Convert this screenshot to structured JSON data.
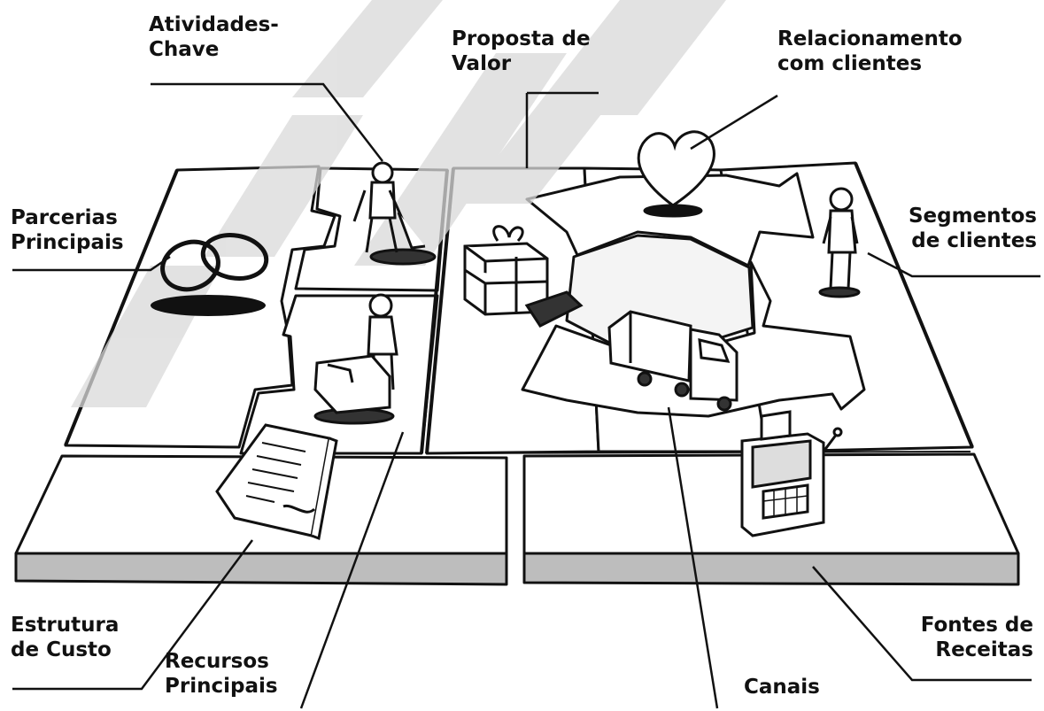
{
  "labels": {
    "key_activities": [
      "Atividades-",
      "Chave"
    ],
    "value_proposition": [
      "Proposta de",
      "Valor"
    ],
    "customer_relationships": [
      "Relacionamento",
      "com clientes"
    ],
    "key_partners": [
      "Parcerias",
      "Principais"
    ],
    "customer_segments": [
      "Segmentos",
      "de clientes"
    ],
    "cost_structure": [
      "Estrutura",
      "de Custo"
    ],
    "key_resources": [
      "Recursos",
      "Principais"
    ],
    "channels": [
      "Canais"
    ],
    "revenue_streams": [
      "Fontes de",
      "Receitas"
    ]
  },
  "icons": {
    "key_partners": "interlocked-rings-icon",
    "key_activities": "person-digging-icon",
    "key_resources": "person-with-machine-icon",
    "value_proposition": "gift-box-icon",
    "customer_relationships": "heart-icon",
    "channels": "delivery-truck-icon",
    "customer_segments": "standing-person-icon",
    "cost_structure": "document-icon",
    "revenue_streams": "cash-register-icon"
  },
  "colors": {
    "ink": "#111111",
    "paper": "#ffffff",
    "watermark": "#d9d9d9",
    "panel_shadow": "#bdbdbd"
  }
}
